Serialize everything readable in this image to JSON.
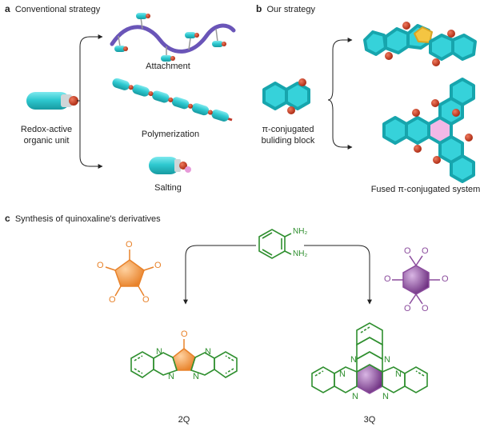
{
  "panels": {
    "a": {
      "letter": "a",
      "title": "Conventional strategy",
      "unit_label_line1": "Redox-active",
      "unit_label_line2": "organic unit",
      "branches": [
        "Attachment",
        "Polymerization",
        "Salting"
      ]
    },
    "b": {
      "letter": "b",
      "title": "Our strategy",
      "block_label_line1": "π-conjugated",
      "block_label_line2": "buliding block",
      "result_label": "Fused π-conjugated system"
    },
    "c": {
      "letter": "c",
      "title": "Synthesis of quinoxaline's derivatives",
      "amine_labels": [
        "NH₂",
        "NH₂"
      ],
      "atom_O": "O",
      "atom_N": "N",
      "products": [
        "2Q",
        "3Q"
      ]
    }
  },
  "colors": {
    "cyan": "#2ec9d0",
    "red": "#d23a1c",
    "orange": "#f39a3c",
    "purple": "#8a4b9c",
    "green": "#2f8f2f",
    "pink": "#f2b8e6",
    "yellow": "#f4c542",
    "wave": "#6a55b8"
  }
}
